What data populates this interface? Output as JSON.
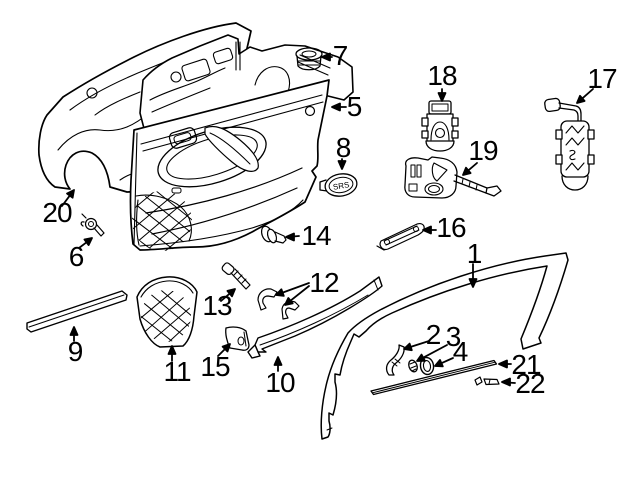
{
  "diagram": {
    "colors": {
      "background": "#ffffff",
      "line": "#000000"
    },
    "emblem_text": "SRS",
    "part_labels": [
      {
        "text": "1"
      },
      {
        "text": "2"
      },
      {
        "text": "3"
      },
      {
        "text": "4"
      },
      {
        "text": "5"
      },
      {
        "text": "6"
      },
      {
        "text": "7"
      },
      {
        "text": "8"
      },
      {
        "text": "9"
      },
      {
        "text": "10"
      },
      {
        "text": "11"
      },
      {
        "text": "12"
      },
      {
        "text": "13"
      },
      {
        "text": "14"
      },
      {
        "text": "15"
      },
      {
        "text": "16"
      },
      {
        "text": "17"
      },
      {
        "text": "18"
      },
      {
        "text": "19"
      },
      {
        "text": "20"
      },
      {
        "text": "21"
      },
      {
        "text": "22"
      }
    ]
  }
}
